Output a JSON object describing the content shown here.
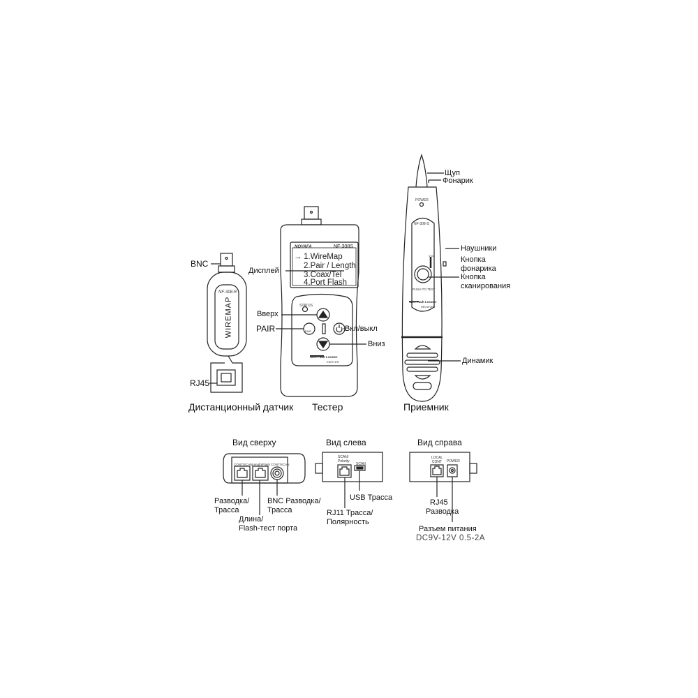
{
  "remote": {
    "caption": "Дистанционный датчик",
    "bnc_label": "BNC",
    "rj45_label": "RJ45",
    "model": "NF-308-R",
    "body_text": "WIREMAP"
  },
  "tester": {
    "caption": "Тестер",
    "brand": "NOYAFA",
    "model": "NF-308S",
    "menu": [
      "1.WireMap",
      "2.Pair / Length",
      "3.Coax/Tel",
      "4.Port  Flash"
    ],
    "menu_arrow": "→",
    "status_label": "STATUS",
    "pair_button_text": "PAIR",
    "footer_text": "Wire Fault Locator",
    "footer_sub": "EMITTER",
    "labels": {
      "display": "Дисплей",
      "up": "Вверх",
      "pair": "PAIR",
      "power": "Вкл/выкл",
      "down": "Вниз"
    }
  },
  "receiver": {
    "caption": "Приемник",
    "power_label": "POWER",
    "model": "NF-308-S",
    "vol_label": "VOL",
    "push_label": "PUSH TO TEST",
    "footer_text": "Wire Fault Locator",
    "footer_sub": "RECEIVER",
    "labels": {
      "probe": "Щуп",
      "flashlight": "Фонарик",
      "headphones": "Наушники",
      "flash_button_1": "Кнопка",
      "flash_button_2": "фонарика",
      "scan_button_1": "Кнопка",
      "scan_button_2": "сканирования",
      "speaker": "Динамик"
    }
  },
  "views": {
    "top": {
      "title": "Вид сверху",
      "ports": [
        "CONT/SCAN",
        "Length/Flash",
        "CONT/SCAN"
      ],
      "labels": {
        "wiring_1": "Разводка/",
        "wiring_2": "Трасса",
        "length_1": "Длина/",
        "length_2": "Flash-тест порта",
        "bnc_1": "BNC Разводка/",
        "bnc_2": "Трасса"
      }
    },
    "left": {
      "title": "Вид слева",
      "ports": [
        "SCAN/ Polarity",
        "SCAN"
      ],
      "labels": {
        "usb": "USB Трасса",
        "rj11_1": "RJ11 Трасса/",
        "rj11_2": "Полярность"
      }
    },
    "right": {
      "title": "Вид справа",
      "ports": [
        "LOCAL CONT",
        "POWER"
      ],
      "labels": {
        "rj45_1": "RJ45",
        "rj45_2": "Разводка",
        "power": "Разъем питания",
        "power_spec": "DC9V-12V 0.5-2A"
      }
    }
  }
}
